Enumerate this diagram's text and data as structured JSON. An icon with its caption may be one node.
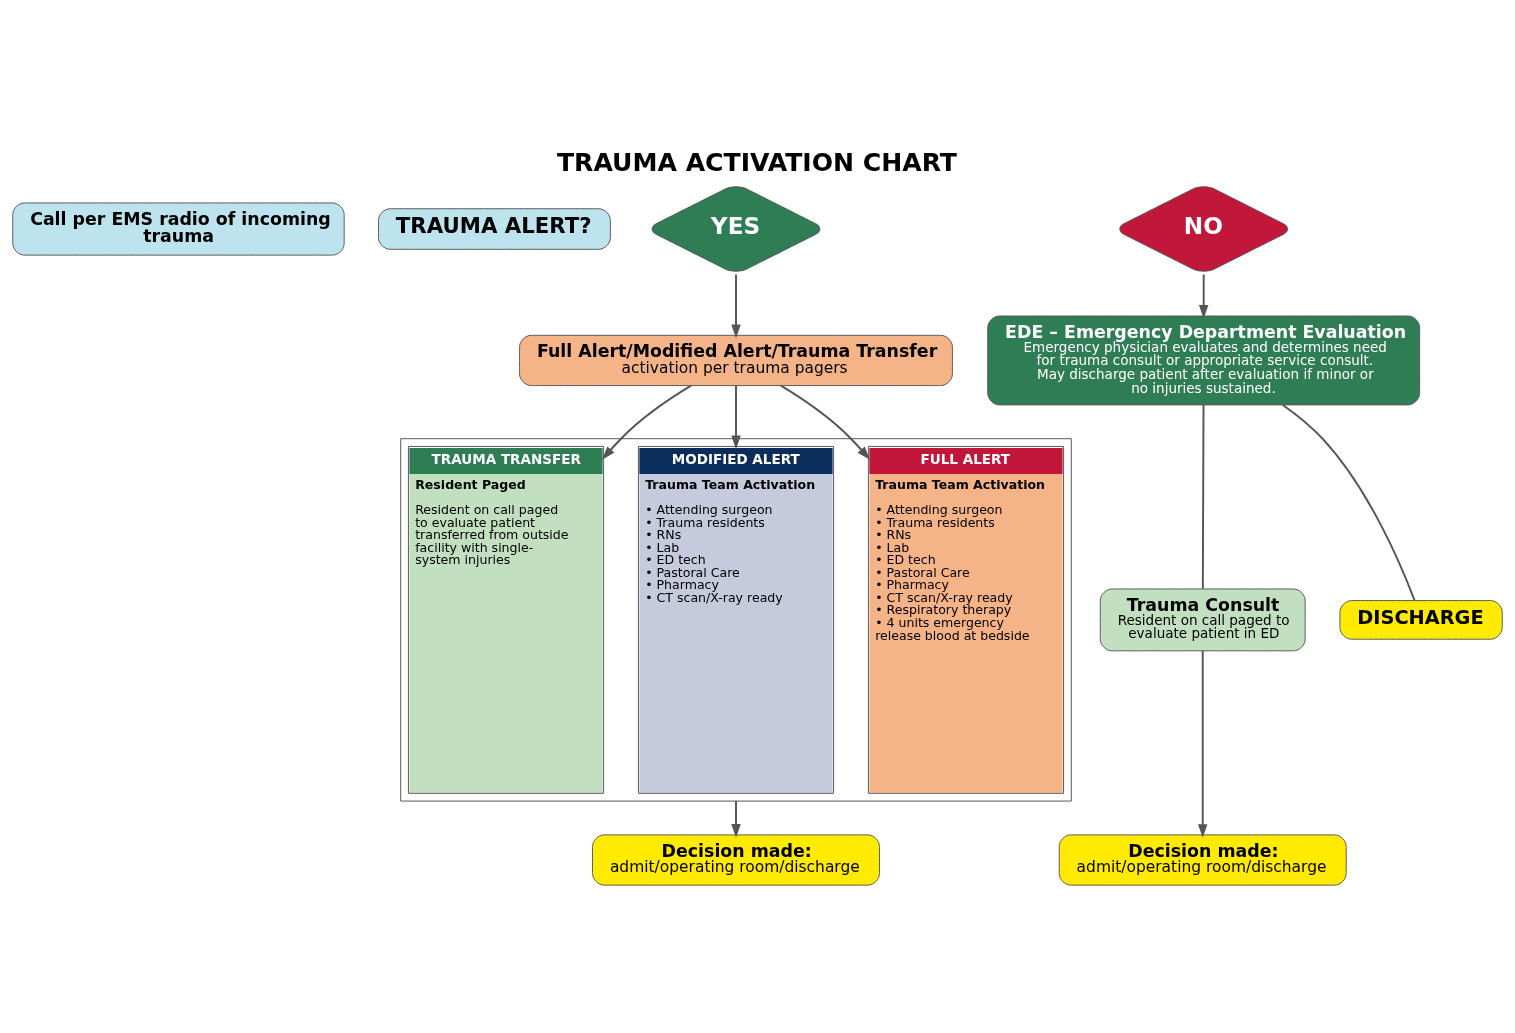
{
  "diagram": {
    "title": "TRAUMA ACTIVATION CHART",
    "nodes": [
      {
        "text": [
          "Call per EMS radio of incoming trauma"
        ]
      },
      {
        "text": [
          "TRAUMA ALERT?"
        ]
      },
      {
        "text": [
          "YES"
        ]
      },
      {
        "text": [
          "NO"
        ]
      },
      {
        "text": [
          "Full Alert/Modified Alert/Trauma Transfer",
          "activation per trauma pagers"
        ]
      },
      {
        "text": [],
        "shape": "box"
      },
      {
        "text": [
          "FULL ALERT",
          "Trauma Team Activation",
          "• Attending surgeon",
          "• Trauma residents",
          "• RNs",
          "• Lab",
          "• ED tech",
          "• Pastoral Care",
          "• Pharmacy",
          "• CT scan/X-ray ready",
          "• Respiratory therapy",
          "• 4 units emergency release blood at bedside"
        ],
        "in": 5
      },
      {
        "text": [
          "MODIFIED ALERT",
          "Trauma Team Activation",
          "• Attending surgeon",
          "• Trauma residents",
          "• RNs",
          "• Lab",
          "• ED tech",
          "• Pastoral Care",
          "• Pharmacy",
          "• CT scan/X-ray ready"
        ],
        "in": 5
      },
      {
        "text": [
          "TRAUMA TRANSFER",
          "Resident Paged",
          "Resident on call paged to evaluate patient transferred from outside facility with single-system injuries"
        ],
        "in": 5
      },
      {
        "text": [
          "Decision made:",
          "admit/operating room/discharge"
        ]
      },
      {
        "text": [
          "EDE – Emergency Department Evaluation",
          "Emergency physician evaluates and determines need for trauma consult or appropriate service consult. May discharge patient after evaluation if minor or no injuries sustained."
        ]
      },
      {
        "text": [
          "Trauma Consult",
          "Resident on call paged to evaluate patient in ED"
        ]
      },
      {
        "text": [
          "DISCHARGE"
        ]
      },
      {
        "text": [
          "Decision made:",
          "admit/operating room/discharge"
        ]
      }
    ],
    "edges": [
      {
        "from": 2,
        "to": 4,
        "arrow": "to"
      },
      {
        "from": 3,
        "to": 10,
        "arrow": "to"
      },
      {
        "from": 4,
        "to": 6,
        "arrow": "to"
      },
      {
        "from": 4,
        "to": 7,
        "arrow": "to"
      },
      {
        "from": 4,
        "to": 8,
        "arrow": "to"
      },
      {
        "from": 5,
        "to": 9,
        "arrow": "to"
      },
      {
        "from": 10,
        "to": 11,
        "arrow": "none"
      },
      {
        "from": 10,
        "to": 12,
        "arrow": "none"
      },
      {
        "from": 11,
        "to": 13,
        "arrow": "to"
      }
    ]
  }
}
